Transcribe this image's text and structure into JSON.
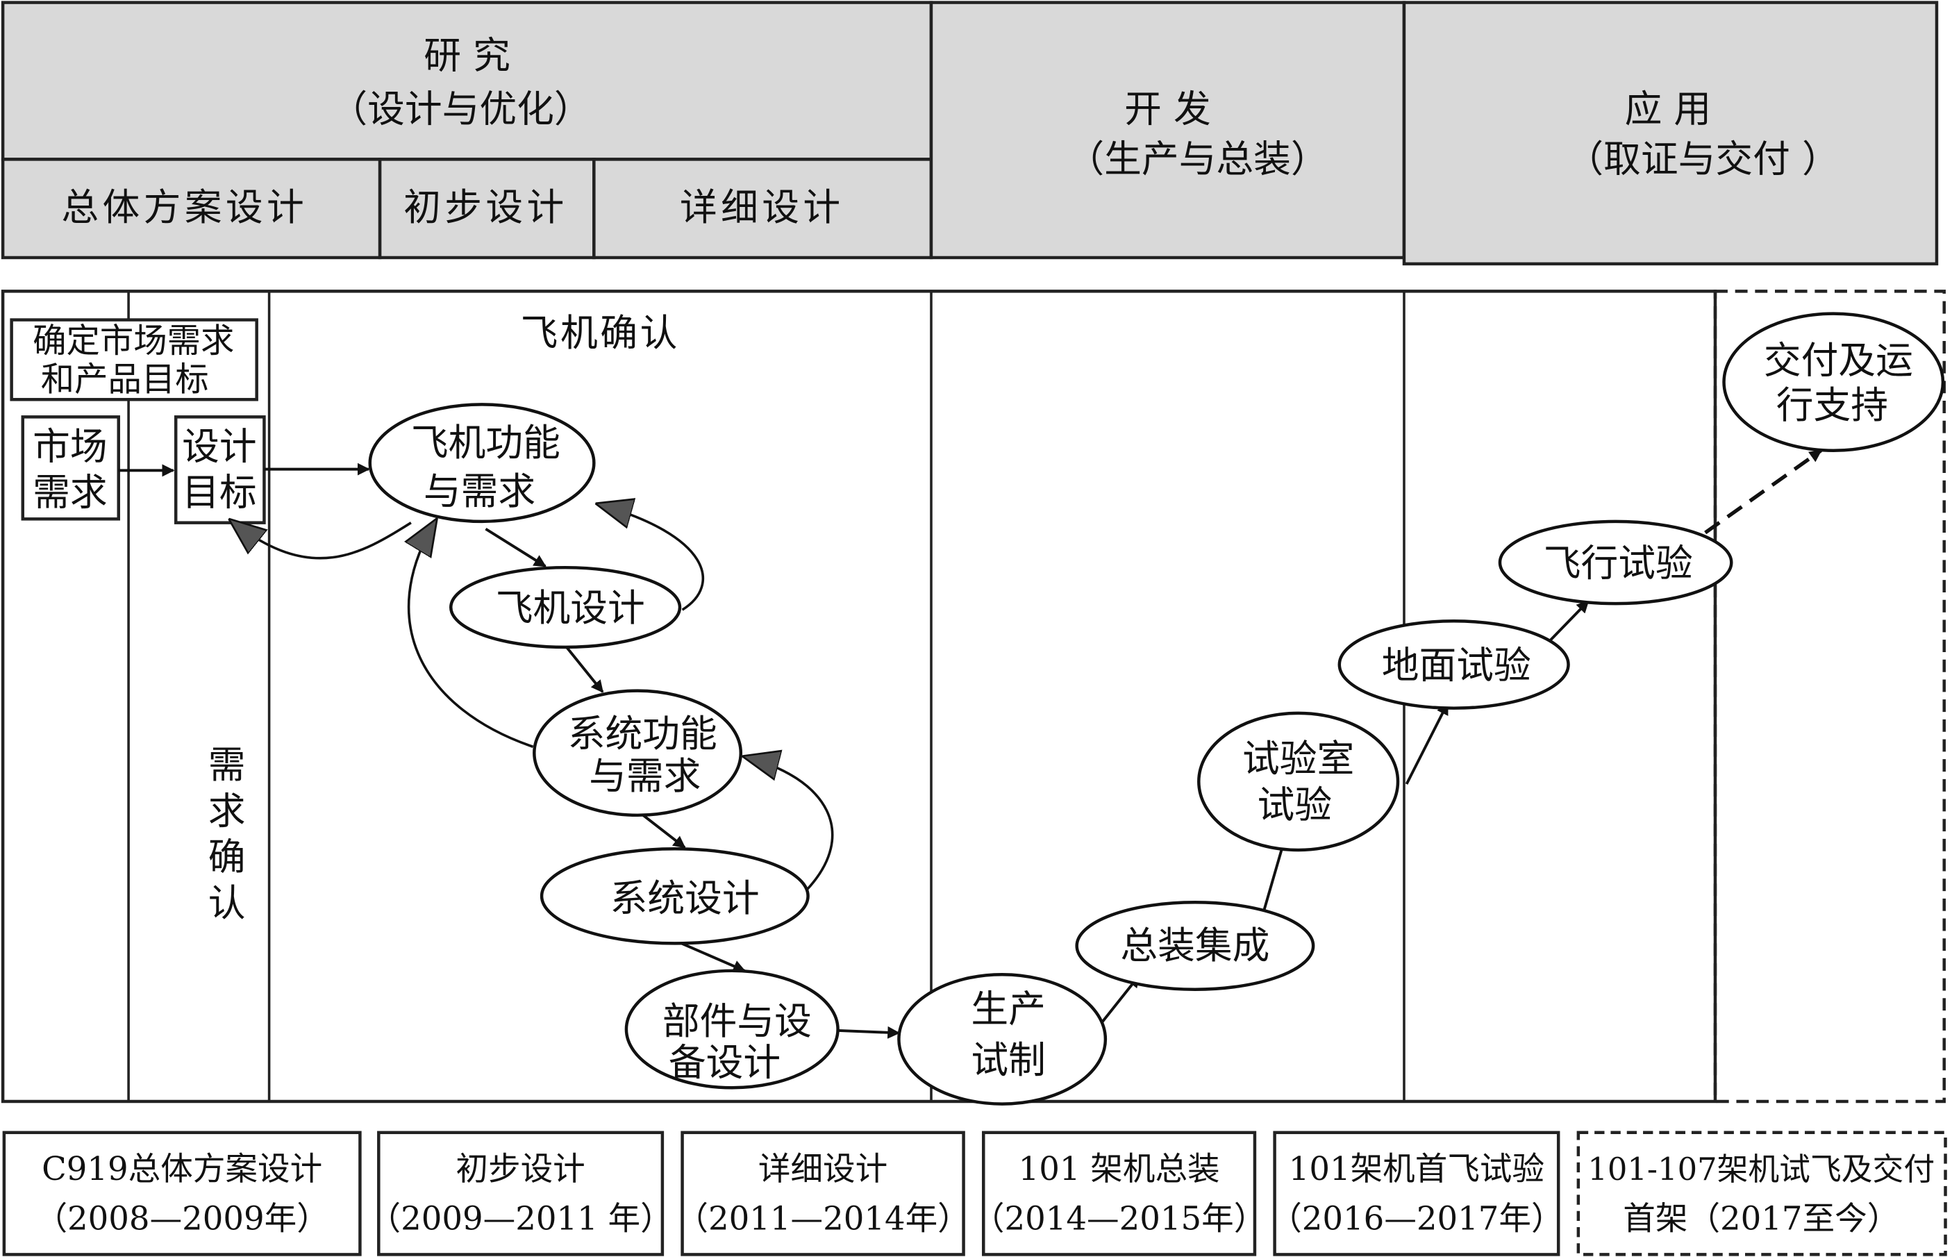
{
  "header": {
    "research": {
      "title": "研 究",
      "subtitle": "（设计与优化）"
    },
    "research_phases": [
      "总体方案设计",
      "初步设计",
      "详细设计"
    ],
    "development": {
      "title": "开 发",
      "subtitle": "（生产与总装）"
    },
    "application": {
      "title": "应 用",
      "subtitle": "（取证与交付 ）"
    }
  },
  "left": {
    "market_box": [
      "确定市场需求",
      "和产品目标"
    ],
    "market_demand": [
      "市场",
      "需求"
    ],
    "design_target": [
      "设计",
      "目标"
    ],
    "requirement_confirm": [
      "需",
      "求",
      "确",
      "认"
    ]
  },
  "aircraft_confirm": "飞机确认",
  "nodes": {
    "aircraft_function": [
      "飞机功能",
      "与需求"
    ],
    "aircraft_design": [
      "飞机设计"
    ],
    "system_function": [
      "系统功能",
      "与需求"
    ],
    "system_design": [
      "系统设计"
    ],
    "component_design": [
      "部件与设",
      "备设计"
    ],
    "production": [
      "生产",
      "试制"
    ],
    "assembly": [
      "总装集成"
    ],
    "lab_test": [
      "试验室",
      "试验"
    ],
    "ground_test": [
      "地面试验"
    ],
    "flight_test": [
      "飞行试验"
    ],
    "delivery": [
      "交付及运",
      "行支持"
    ]
  },
  "timeline": [
    {
      "title": "C919总体方案设计",
      "years": "（2008—2009年）"
    },
    {
      "title": "初步设计",
      "years": "（2009—2011 年）"
    },
    {
      "title": "详细设计",
      "years": "（2011—2014年）"
    },
    {
      "title": "101 架机总装",
      "years": "（2014—2015年）"
    },
    {
      "title": "101架机首飞试验",
      "years": "（2016—2017年）"
    },
    {
      "title": "101-107架机试飞及交付",
      "years": "首架（2017至今）"
    }
  ]
}
